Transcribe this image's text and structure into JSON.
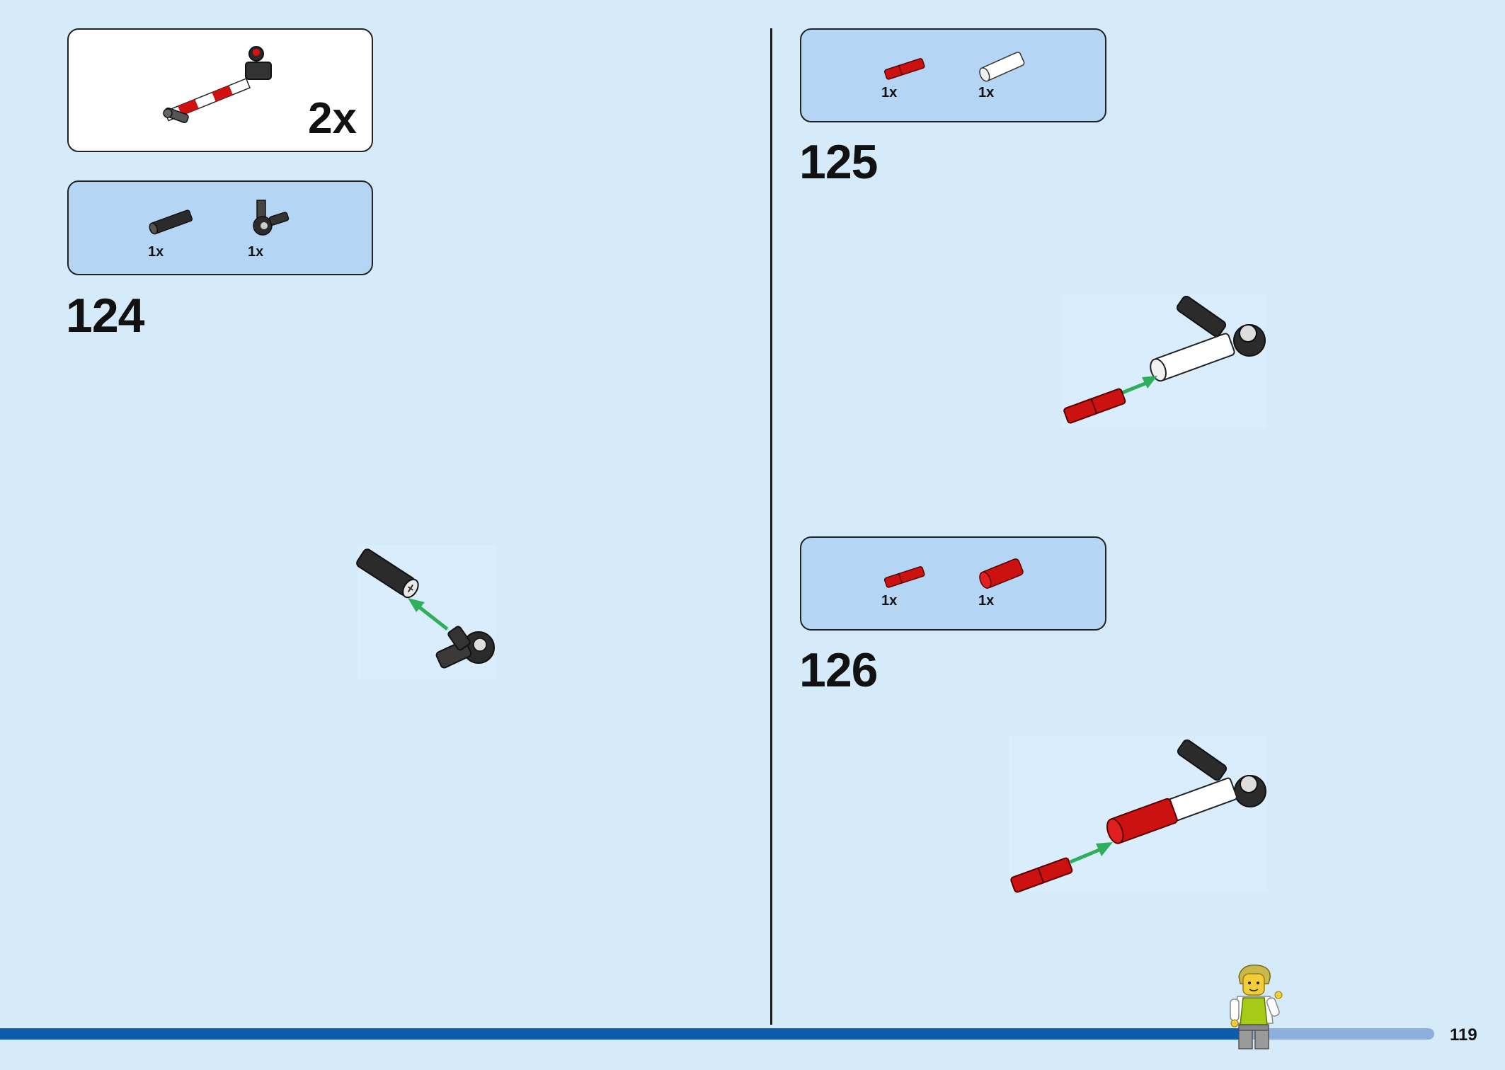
{
  "submodel": {
    "multiplier": "2x"
  },
  "steps": [
    {
      "number": "124",
      "parts": [
        {
          "qty": "1x",
          "icon": "black-axle-part-icon",
          "color": "#2b2b2b"
        },
        {
          "qty": "1x",
          "icon": "black-connector-part-icon",
          "color": "#2b2b2b"
        }
      ]
    },
    {
      "number": "125",
      "parts": [
        {
          "qty": "1x",
          "icon": "red-axle-pin-part-icon",
          "color": "#cc1111"
        },
        {
          "qty": "1x",
          "icon": "white-axle-part-icon",
          "color": "#ffffff"
        }
      ]
    },
    {
      "number": "126",
      "parts": [
        {
          "qty": "1x",
          "icon": "red-axle-pin-part-icon",
          "color": "#cc1111"
        },
        {
          "qty": "1x",
          "icon": "red-axle-connector-part-icon",
          "color": "#cc1111"
        }
      ]
    }
  ],
  "page_number": "119",
  "colors": {
    "page_bg": "#d5ebf9",
    "parts_bg": "#b4d6f4",
    "footer_bar": "#0b5cad",
    "arrow": "#2fae5c"
  }
}
